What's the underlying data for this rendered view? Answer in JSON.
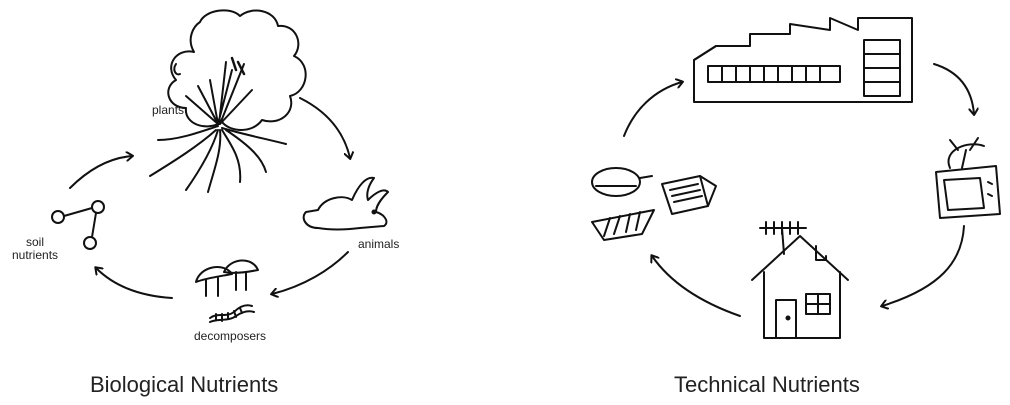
{
  "biological": {
    "caption": "Biological Nutrients",
    "labels": {
      "plants": "plants",
      "animals": "animals",
      "decomposers": "decomposers",
      "soil_line1": "soil",
      "soil_line2": "nutrients"
    }
  },
  "technical": {
    "caption": "Technical Nutrients"
  }
}
